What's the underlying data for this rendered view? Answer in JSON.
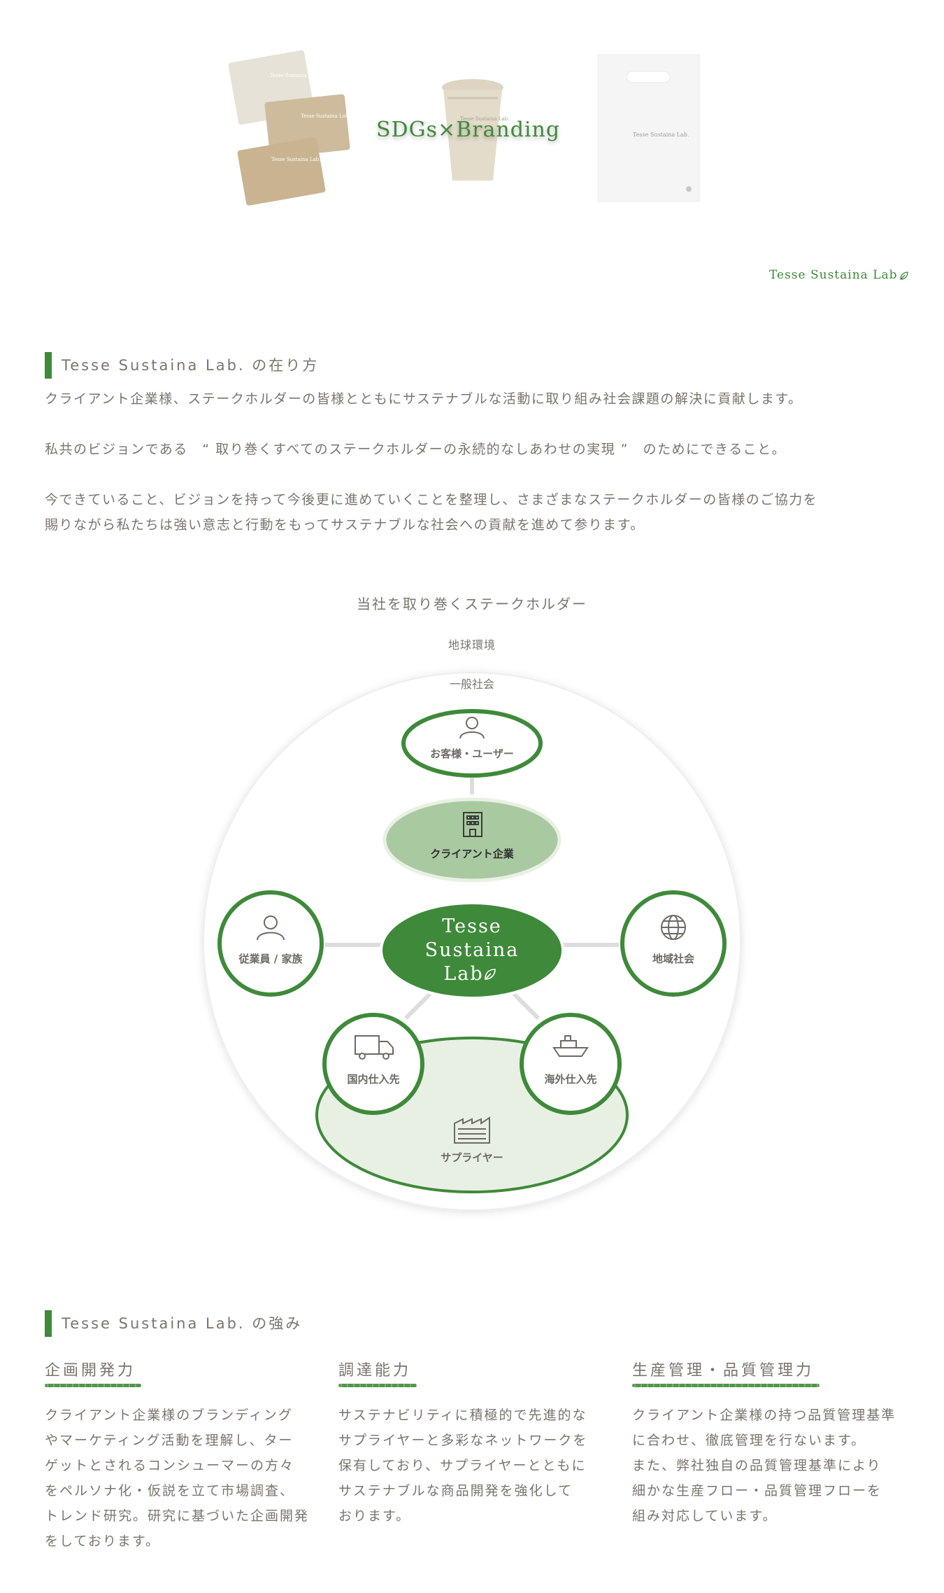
{
  "hero": {
    "title": "SDGs×Branding",
    "pouch_print": "Tesse Sustaina Lab.",
    "cup_print": "Tesse Sustaina Lab.",
    "bag_print": "Tesse Sustaina Lab."
  },
  "brand_sign": "Tesse Sustaina Lab",
  "section1": {
    "heading": "Tesse Sustaina Lab. の在り方",
    "p1": "クライアント企業様、ステークホルダーの皆様とともにサステナブルな活動に取り組み社会課題の解決に貢献します。",
    "p2": "私共のビジョンである　“ 取り巻くすべてのステークホルダーの永続的なしあわせの実現 ”　のためにできること。",
    "p3a": "今できていること、ビジョンを持って今後更に進めていくことを整理し、さまざまなステークホルダーの皆様のご協力を",
    "p3b": "賜りながら私たちは強い意志と行動をもってサステナブルな社会への貢献を進めて参ります。"
  },
  "diagram": {
    "title": "当社を取り巻くステークホルダー",
    "outer_label": "地球環境",
    "inner_label": "一般社会",
    "center_line1": "Tesse",
    "center_line2": "Sustaina",
    "center_line3": "Lab",
    "customer": "お客様・ユーザー",
    "client": "クライアント企業",
    "employee": "従業員 / 家族",
    "community": "地域社会",
    "domestic": "国内仕入先",
    "overseas": "海外仕入先",
    "supplier": "サプライヤー",
    "colors": {
      "green": "#3e8a3a",
      "light_green": "#a9c9a0",
      "pale_green": "#e8f0e4"
    }
  },
  "section2": {
    "heading": "Tesse Sustaina Lab. の強み",
    "columns": [
      {
        "title": "企画開発力",
        "lines": [
          "クライアント企業様のブランディング",
          "やマーケティング活動を理解し、ター",
          "ゲットとされるコンシューマーの方々",
          "をペルソナ化・仮説を立て市場調査、",
          "トレンド研究。研究に基づいた企画開発",
          "をしております。"
        ]
      },
      {
        "title": "調達能力",
        "lines": [
          "サステナビリティに積極的で先進的な",
          "サプライヤーと多彩なネットワークを",
          "保有しており、サプライヤーとともに",
          "サステナブルな商品開発を強化して",
          "おります。"
        ]
      },
      {
        "title": "生産管理・品質管理力",
        "lines": [
          "クライアント企業様の持つ品質管理基準",
          "に合わせ、徹底管理を行ないます。",
          "また、弊社独自の品質管理基準により",
          "細かな生産フロー・品質管理フローを",
          "組み対応しています。"
        ]
      }
    ]
  }
}
